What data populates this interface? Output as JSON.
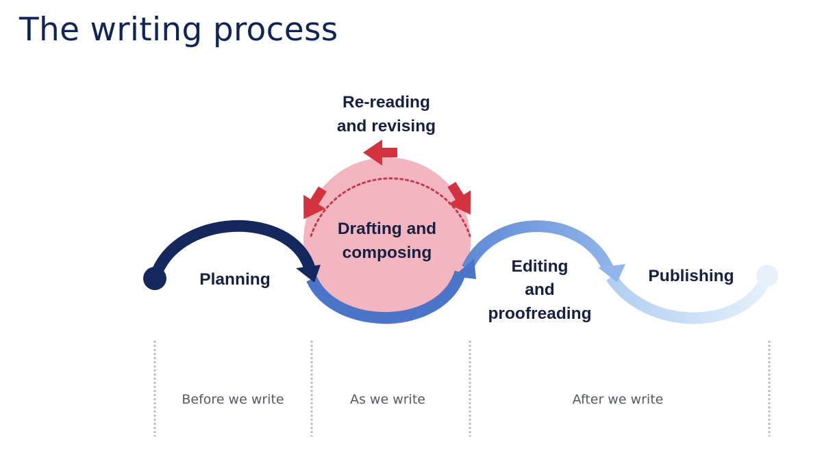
{
  "title": "The writing process",
  "stages": {
    "rereading": [
      "Re-reading",
      "and revising"
    ],
    "planning": "Planning",
    "drafting": [
      "Drafting and",
      "composing"
    ],
    "editing": [
      "Editing",
      "and",
      "proofreading"
    ],
    "publishing": "Publishing"
  },
  "phases": {
    "before": "Before we write",
    "during": "As we write",
    "after": "After we write"
  },
  "colors": {
    "title": "#0f2457",
    "planning_arrow": "#14285e",
    "drafting_arrow": "#4a75c8",
    "editing_arrow": "#7ea6e3",
    "publishing_arrow": "#d3e7f8",
    "drafting_circle": "#f3b5c0",
    "revision_arrows": "#d3323f",
    "stage_text": "#16213f",
    "phase_text": "#555a60",
    "divider": "#bdbdbd"
  }
}
